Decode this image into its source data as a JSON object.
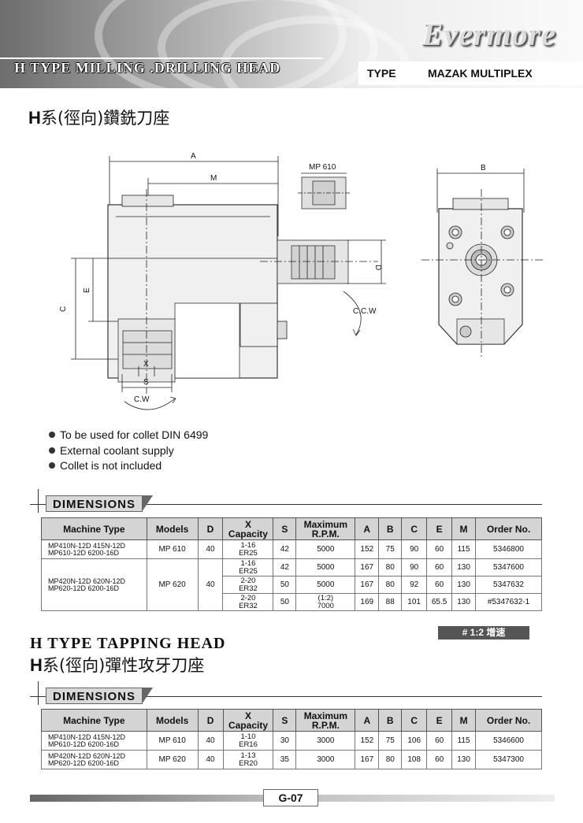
{
  "header": {
    "brand": "Evermore",
    "title": "H TYPE MILLING .DRILLING HEAD",
    "type_label": "TYPE",
    "type_value": "MAZAK  MULTIPLEX"
  },
  "section1": {
    "title_prefix": "H",
    "title_rest": "系(徑向)鑽銑刀座"
  },
  "drawing": {
    "labels": {
      "A": "A",
      "M": "M",
      "B": "B",
      "C": "C",
      "D": "D",
      "E": "E",
      "X": "X",
      "S": "S",
      "mp610": "MP 610",
      "cw": "C.W",
      "ccw": "C.C.W"
    }
  },
  "bullets": [
    "To be used for collet DIN 6499",
    "External coolant supply",
    "Collet is not included"
  ],
  "dimensions_label": "DIMENSIONS",
  "table_headers": {
    "machine_type": "Machine Type",
    "models": "Models",
    "d": "D",
    "x_line1": "X",
    "x_line2": "Capacity",
    "s": "S",
    "rpm_line1": "Maximum",
    "rpm_line2": "R.P.M.",
    "a": "A",
    "b": "B",
    "c": "C",
    "e": "E",
    "m": "M",
    "order": "Order No."
  },
  "table1": {
    "group1": {
      "machine_line1": "MP410N-12D  415N-12D",
      "machine_line2": "MP610-12D  6200-16D",
      "model": "MP 610",
      "d": "40",
      "rows": [
        {
          "x1": "1-16",
          "x2": "ER25",
          "s": "42",
          "rpm1": "5000",
          "rpm2": "",
          "a": "152",
          "b": "75",
          "c": "90",
          "e": "60",
          "m": "115",
          "order": "5346800"
        }
      ]
    },
    "group2": {
      "machine_line1": "MP420N-12D  620N-12D",
      "machine_line2": "MP620-12D  6200-16D",
      "model": "MP 620",
      "d": "40",
      "rows": [
        {
          "x1": "1-16",
          "x2": "ER25",
          "s": "42",
          "rpm1": "5000",
          "rpm2": "",
          "a": "167",
          "b": "80",
          "c": "90",
          "e": "60",
          "m": "130",
          "order": "5347600"
        },
        {
          "x1": "2-20",
          "x2": "ER32",
          "s": "50",
          "rpm1": "5000",
          "rpm2": "",
          "a": "167",
          "b": "80",
          "c": "92",
          "e": "60",
          "m": "130",
          "order": "5347632"
        },
        {
          "x1": "2-20",
          "x2": "ER32",
          "s": "50",
          "rpm1": "(1:2)",
          "rpm2": "7000",
          "a": "169",
          "b": "88",
          "c": "101",
          "e": "65.5",
          "m": "130",
          "order": "#5347632-1"
        }
      ]
    }
  },
  "note": "#  1:2 增速",
  "section2": {
    "title_en": "H TYPE TAPPING HEAD",
    "title_prefix": "H",
    "title_rest": "系(徑向)彈性攻牙刀座"
  },
  "table2": {
    "rows": [
      {
        "machine_line1": "MP410N-12D  415N-12D",
        "machine_line2": "MP610-12D  6200-16D",
        "model": "MP 610",
        "d": "40",
        "x1": "1-10",
        "x2": "ER16",
        "s": "30",
        "rpm": "3000",
        "a": "152",
        "b": "75",
        "c": "106",
        "e": "60",
        "m": "115",
        "order": "5346600"
      },
      {
        "machine_line1": "MP420N-12D  620N-12D",
        "machine_line2": "MP620-12D  6200-16D",
        "model": "MP 620",
        "d": "40",
        "x1": "1-13",
        "x2": "ER20",
        "s": "35",
        "rpm": "3000",
        "a": "167",
        "b": "80",
        "c": "108",
        "e": "60",
        "m": "130",
        "order": "5347300"
      }
    ]
  },
  "footer": {
    "page": "G-07"
  }
}
